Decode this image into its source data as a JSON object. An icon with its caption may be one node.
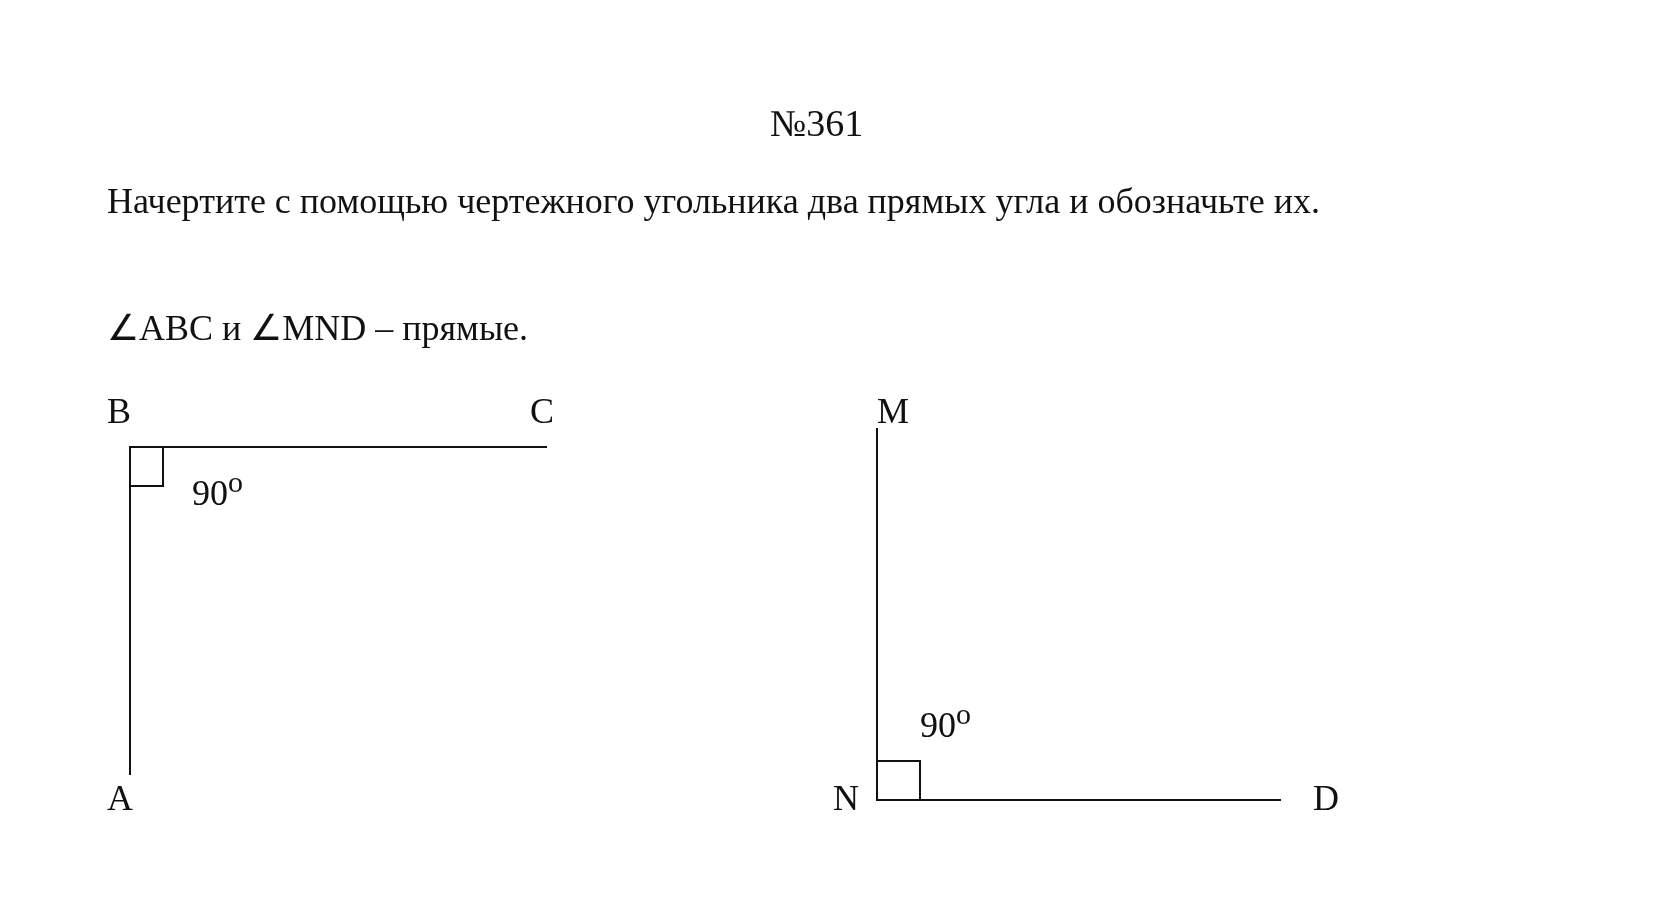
{
  "diagram": {
    "title": "№361",
    "labels": [
      "Начертите с помощью чертежного угольника два прямых угла и обозначьте их.",
      "∠ABC и ∠MND – прямые.",
      "B",
      "C",
      "M",
      "90$^{o}$",
      "90$^{o}$",
      "A",
      "N",
      "D"
    ]
  }
}
